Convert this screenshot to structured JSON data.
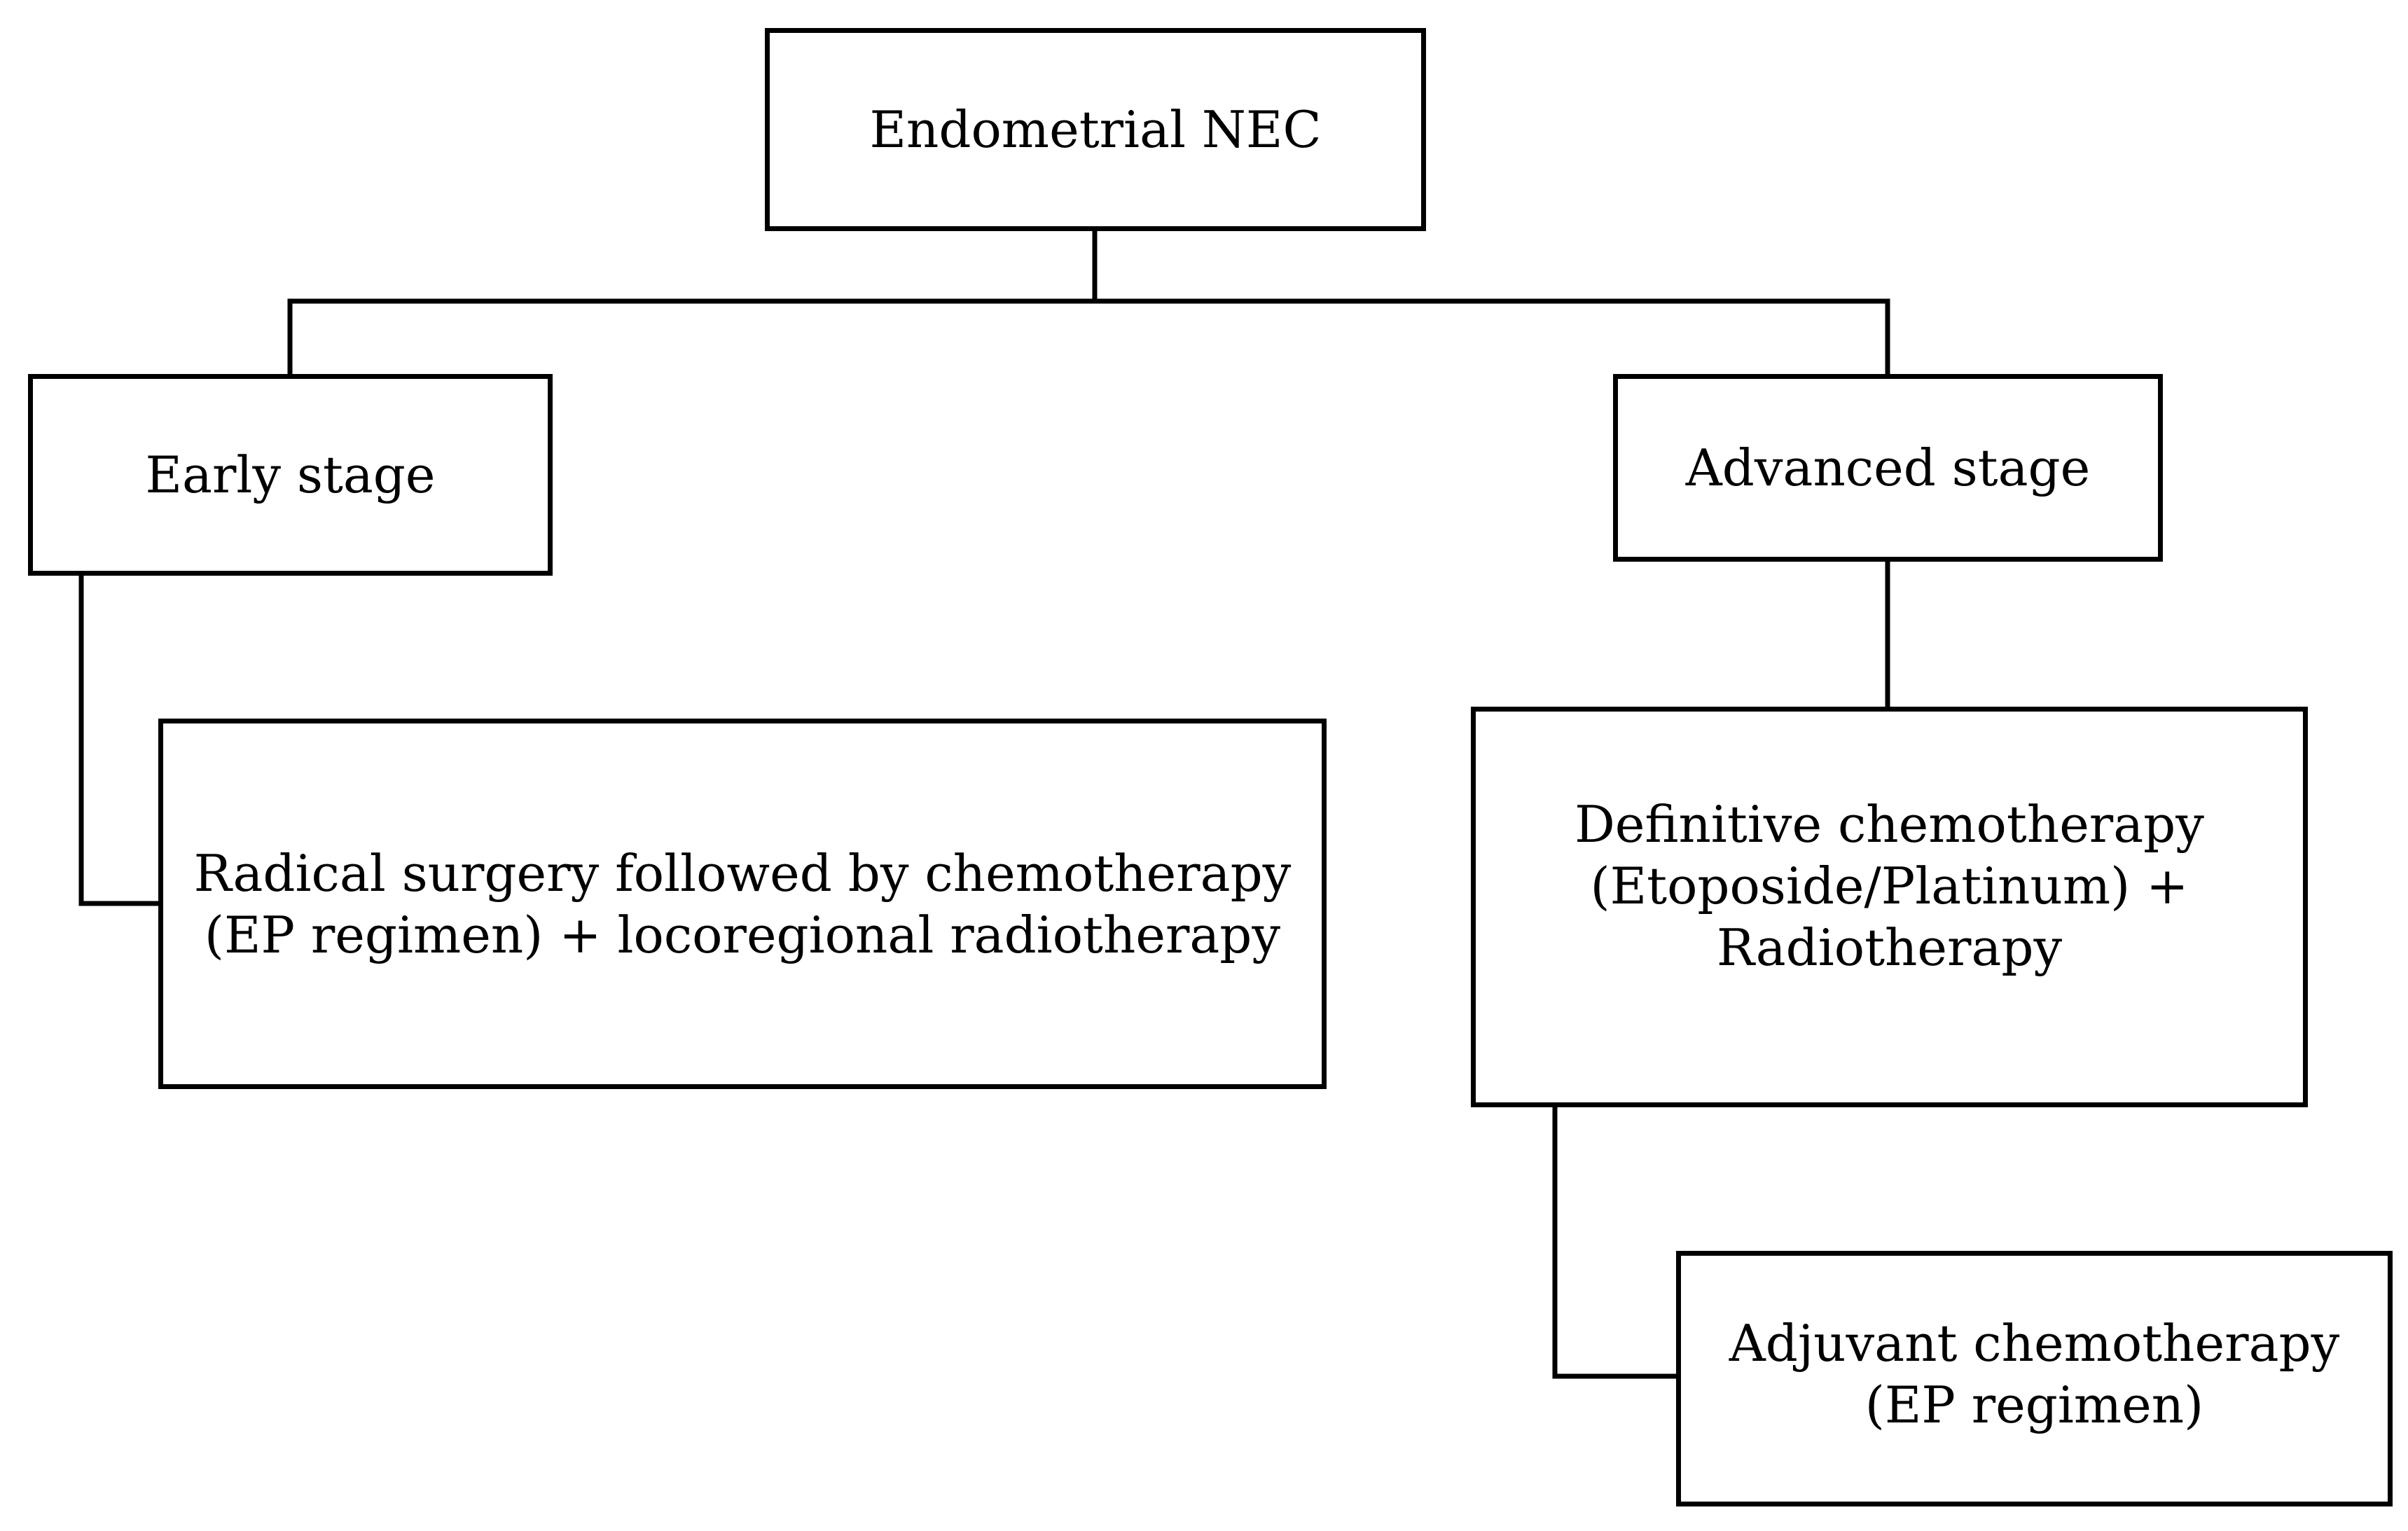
{
  "diagram": {
    "root": {
      "label": "Endometrial NEC"
    },
    "early_stage": {
      "label": "Early stage"
    },
    "advanced_stage": {
      "label": "Advanced stage"
    },
    "early_treatment": {
      "lines": [
        "Radical surgery followed by chemotherapy",
        "(EP regimen) + locoregional radiotherapy"
      ]
    },
    "advanced_treatment": {
      "lines": [
        "Definitive chemotherapy",
        "(Etoposide/Platinum) +",
        "Radiotherapy"
      ]
    },
    "adjuvant": {
      "lines": [
        "Adjuvant chemotherapy",
        "(EP regimen)"
      ]
    }
  },
  "colors": {
    "stroke": "#000000",
    "background": "#ffffff"
  }
}
